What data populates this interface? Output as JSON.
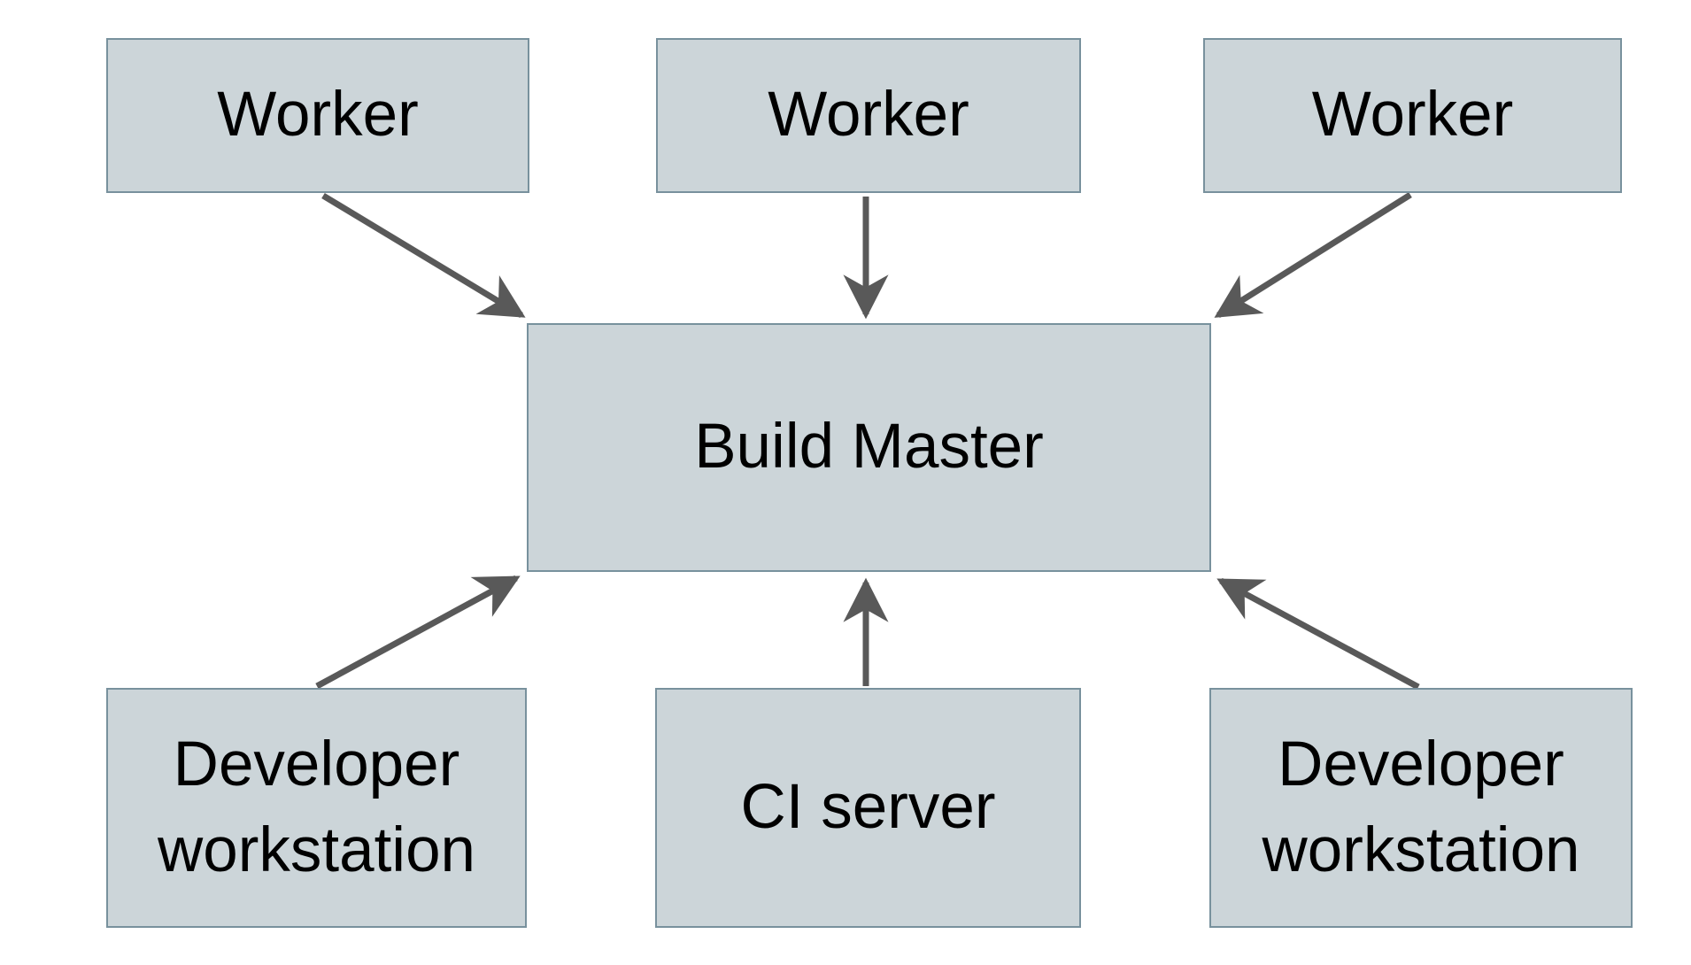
{
  "diagram": {
    "background_color": "#ffffff",
    "colors": {
      "node_fill": "#ccd5d9",
      "node_border": "#78919d",
      "arrow": "#595959",
      "text": "#000000"
    },
    "nodes": [
      {
        "id": "worker-1",
        "label": "Worker"
      },
      {
        "id": "worker-2",
        "label": "Worker"
      },
      {
        "id": "worker-3",
        "label": "Worker"
      },
      {
        "id": "build-master",
        "label": "Build Master"
      },
      {
        "id": "developer-workstation-1",
        "label": "Developer workstation"
      },
      {
        "id": "ci-server",
        "label": "CI server"
      },
      {
        "id": "developer-workstation-2",
        "label": "Developer workstation"
      }
    ],
    "edges": [
      {
        "from": "worker-1",
        "to": "build-master"
      },
      {
        "from": "worker-2",
        "to": "build-master"
      },
      {
        "from": "worker-3",
        "to": "build-master"
      },
      {
        "from": "developer-workstation-1",
        "to": "build-master"
      },
      {
        "from": "ci-server",
        "to": "build-master"
      },
      {
        "from": "developer-workstation-2",
        "to": "build-master"
      }
    ]
  }
}
